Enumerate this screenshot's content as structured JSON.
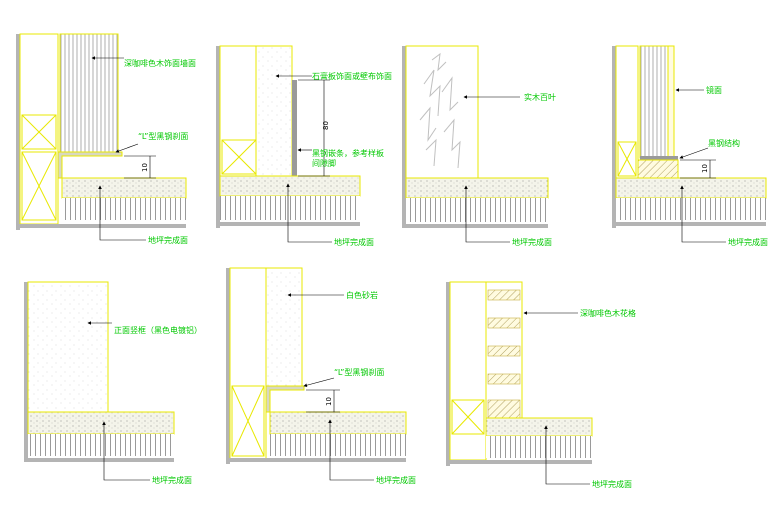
{
  "colors": {
    "wall_line": "#e8e800",
    "leader": "#000000",
    "label": "#00c800",
    "gray_wall": "#b4b4b4",
    "slab_fill": "#f2f2e6",
    "hatch": "#8c8c8c"
  },
  "details": [
    {
      "id": "detail-1",
      "labels": {
        "wall_finish": "深咖啡色木饰面墙面",
        "steel_edge": "“L”型黑钢刹面",
        "floor": "地坪完成面"
      },
      "dimensions": {
        "gap": "10"
      }
    },
    {
      "id": "detail-2",
      "labels": {
        "wall_finish": "石膏板饰面或壁布饰面",
        "groove_line1": "黑钢嵌条，参考样板",
        "groove_line2": "间隙脚",
        "floor": "地坪完成面"
      },
      "dimensions": {
        "height": "80"
      }
    },
    {
      "id": "detail-3",
      "labels": {
        "wall_finish": "实木百叶",
        "floor": "地坪完成面"
      }
    },
    {
      "id": "detail-4",
      "labels": {
        "wall_finish": "镜面",
        "steel_edge": "黑钢结构",
        "floor": "地坪完成面"
      },
      "dimensions": {
        "gap": "10"
      }
    },
    {
      "id": "detail-5",
      "labels": {
        "wall_finish": "正面竖框（黑色电镀铝）",
        "floor": "地坪完成面"
      }
    },
    {
      "id": "detail-6",
      "labels": {
        "wall_finish": "白色砂岩",
        "steel_edge": "“L”型黑钢刹面",
        "floor": "地坪完成面"
      },
      "dimensions": {
        "gap": "10"
      }
    },
    {
      "id": "detail-7",
      "labels": {
        "wall_finish": "深咖啡色木花格",
        "floor": "地坪完成面"
      }
    }
  ]
}
